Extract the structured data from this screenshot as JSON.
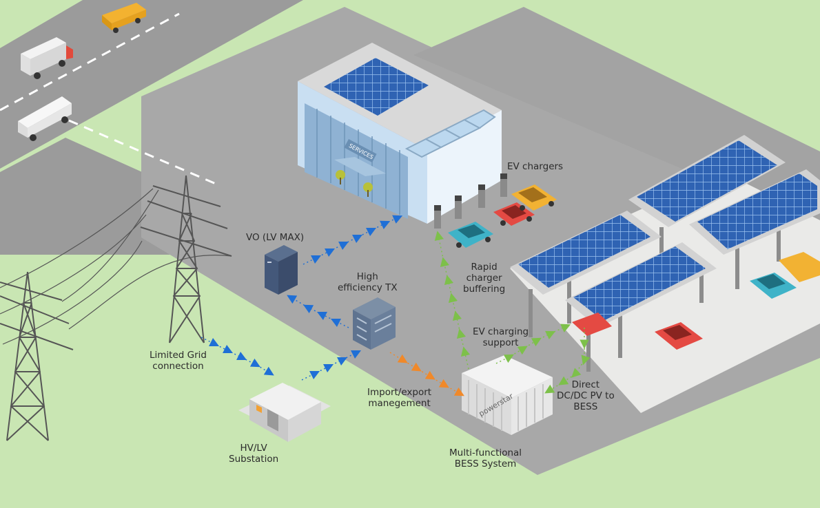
{
  "labels": {
    "ev_chargers": "EV chargers",
    "vo_lv_max": "VO (LV MAX)",
    "high_efficiency_tx": [
      "High",
      "efficiency TX"
    ],
    "rapid_charger_buffering": [
      "Rapid",
      "charger",
      "buffering"
    ],
    "ev_charging_support": [
      "EV charging",
      "support"
    ],
    "limited_grid_connection": [
      "Limited Grid",
      "connection"
    ],
    "import_export_management": [
      "Import/export",
      "manegement"
    ],
    "direct_dc_dc_pv": [
      "Direct",
      "DC/DC PV to",
      "BESS"
    ],
    "hv_lv_substation": [
      "HV/LV",
      "Substation"
    ],
    "bess_system": [
      "Multi-functional",
      "BESS System"
    ]
  },
  "building_sign": "SERVICES",
  "container_brand": "powerstar",
  "colors": {
    "grass": "#c9e6b3",
    "road": "#9a9a9a",
    "lot": "#a6a6a6",
    "canopy_floor": "#e9e9e7",
    "blue_flow": "#1f6fd6",
    "green_flow": "#7dc04a",
    "orange_flow": "#f0892a",
    "solar_panel": "#2f63b3"
  }
}
